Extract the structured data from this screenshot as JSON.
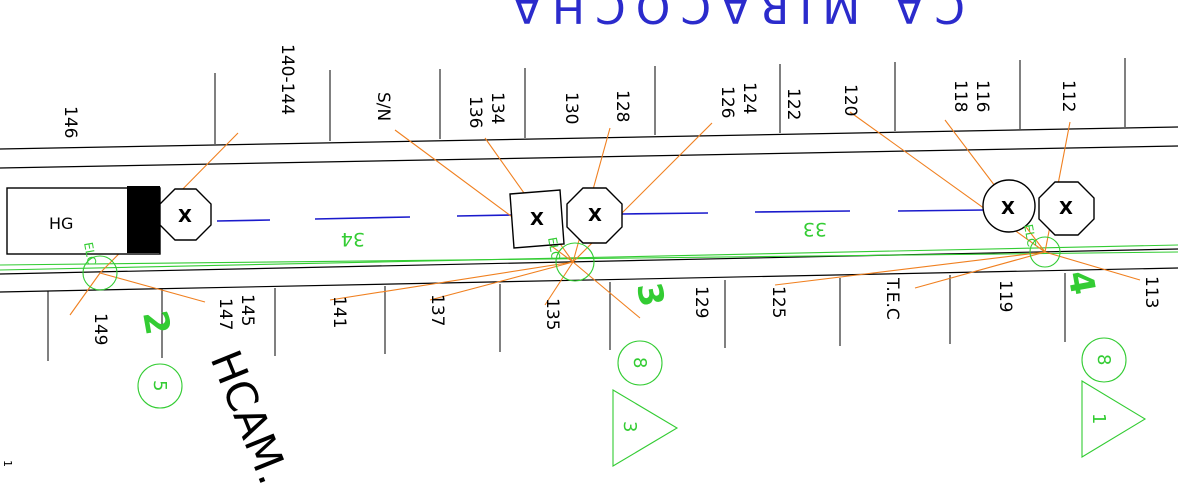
{
  "street": {
    "name_fragment": "CA MIRACOCHA",
    "avenue_fragment": "HCAM.",
    "segment_labels": [
      "34",
      "33"
    ]
  },
  "north_lot_numbers": [
    "146",
    "140-144",
    "S/N",
    "136",
    "134",
    "130",
    "128",
    "126",
    "124",
    "122",
    "120",
    "118",
    "116",
    "112"
  ],
  "south_lot_numbers": [
    "149",
    "147",
    "145",
    "141",
    "137",
    "135",
    "129",
    "125",
    "T.E.C",
    "119",
    "113"
  ],
  "poles": [
    {
      "id": "2",
      "label": "ELC"
    },
    {
      "id": "3",
      "label": "ELC"
    },
    {
      "id": "4",
      "label": "ELC"
    }
  ],
  "fixtures": {
    "mark": "X",
    "cabinet_label": "HG"
  },
  "callouts": {
    "circles": [
      "5",
      "8",
      "8"
    ],
    "triangles": [
      "3",
      "1"
    ]
  },
  "edge_fragment": "1"
}
